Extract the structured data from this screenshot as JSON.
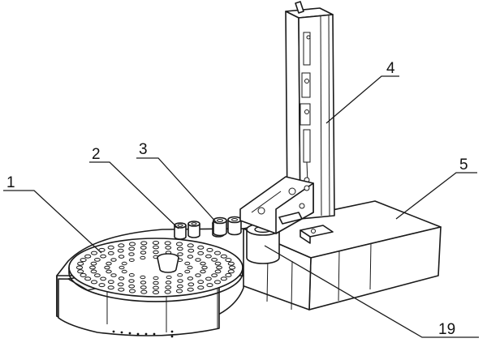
{
  "labels": [
    {
      "id": "1",
      "text": "1"
    },
    {
      "id": "2",
      "text": "2"
    },
    {
      "id": "3",
      "text": "3"
    },
    {
      "id": "4",
      "text": "4"
    },
    {
      "id": "5",
      "text": "5"
    },
    {
      "id": "19",
      "text": "19"
    }
  ]
}
